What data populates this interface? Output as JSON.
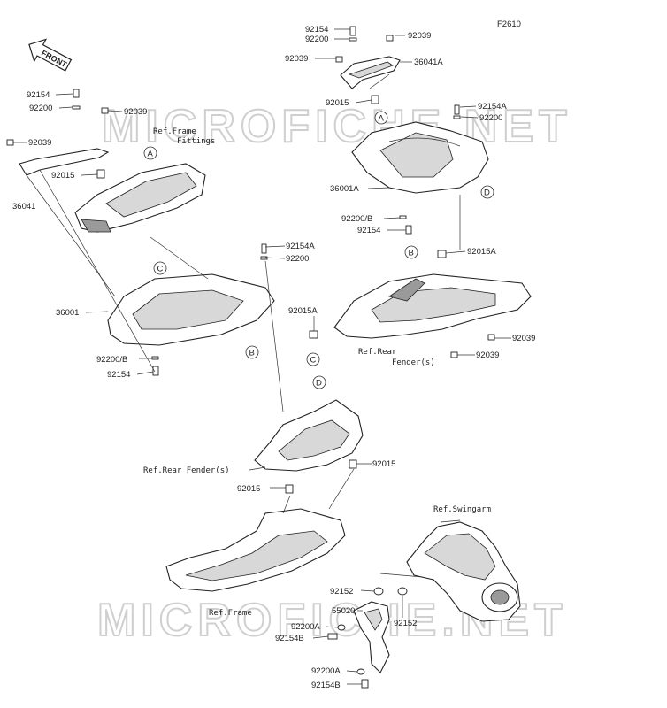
{
  "figure_code": "F2610",
  "front_label": "FRONT",
  "watermark": "MICROFICHE.NET",
  "callouts": {
    "A": "A",
    "B": "B",
    "C": "C",
    "D": "D"
  },
  "references": {
    "frame_fittings_1": "Ref.Frame",
    "frame_fittings_2": "Fittings",
    "rear_fender_right_1": "Ref.Rear",
    "rear_fender_right_2": "Fender(s)",
    "rear_fender_left": "Ref.Rear Fender(s)",
    "frame": "Ref.Frame",
    "swingarm": "Ref.Swingarm"
  },
  "parts": [
    {
      "id": "p01",
      "label": "92154"
    },
    {
      "id": "p02",
      "label": "92200"
    },
    {
      "id": "p03",
      "label": "92039"
    },
    {
      "id": "p04",
      "label": "92039"
    },
    {
      "id": "p05",
      "label": "36041A"
    },
    {
      "id": "p06",
      "label": "92015"
    },
    {
      "id": "p07",
      "label": "92154A"
    },
    {
      "id": "p08",
      "label": "92200"
    },
    {
      "id": "p09",
      "label": "36001A"
    },
    {
      "id": "p10",
      "label": "92200/B"
    },
    {
      "id": "p11",
      "label": "92154"
    },
    {
      "id": "p12",
      "label": "92154"
    },
    {
      "id": "p13",
      "label": "92200"
    },
    {
      "id": "p14",
      "label": "92039"
    },
    {
      "id": "p15",
      "label": "92039"
    },
    {
      "id": "p16",
      "label": "92015"
    },
    {
      "id": "p17",
      "label": "36041"
    },
    {
      "id": "p18",
      "label": "92154A"
    },
    {
      "id": "p19",
      "label": "92200"
    },
    {
      "id": "p20",
      "label": "36001"
    },
    {
      "id": "p21",
      "label": "92200/B"
    },
    {
      "id": "p22",
      "label": "92154"
    },
    {
      "id": "p23",
      "label": "92015A"
    },
    {
      "id": "p24",
      "label": "92015A"
    },
    {
      "id": "p25",
      "label": "92039"
    },
    {
      "id": "p26",
      "label": "92039"
    },
    {
      "id": "p27",
      "label": "92015"
    },
    {
      "id": "p28",
      "label": "92015"
    },
    {
      "id": "p29",
      "label": "92152"
    },
    {
      "id": "p30",
      "label": "55020"
    },
    {
      "id": "p31",
      "label": "92152"
    },
    {
      "id": "p32",
      "label": "92200A"
    },
    {
      "id": "p33",
      "label": "92154B"
    },
    {
      "id": "p34",
      "label": "92200A"
    },
    {
      "id": "p35",
      "label": "92154B"
    }
  ]
}
